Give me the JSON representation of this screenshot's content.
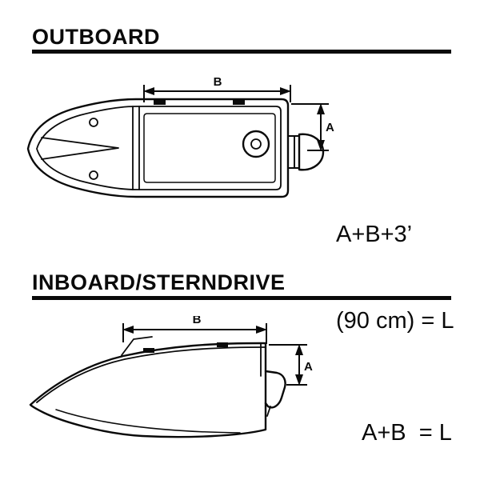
{
  "page": {
    "background": "#ffffff",
    "ink": "#0a0a0a"
  },
  "sections": {
    "outboard": {
      "heading": "OUTBOARD",
      "dim_b": "B",
      "dim_a": "A",
      "formula_line1": "A+B+3’",
      "formula_line2": "(90 cm) = L"
    },
    "inboard": {
      "heading": "INBOARD/STERNDRIVE",
      "dim_b": "B",
      "dim_a": "A",
      "formula": "A+B  = L"
    }
  }
}
